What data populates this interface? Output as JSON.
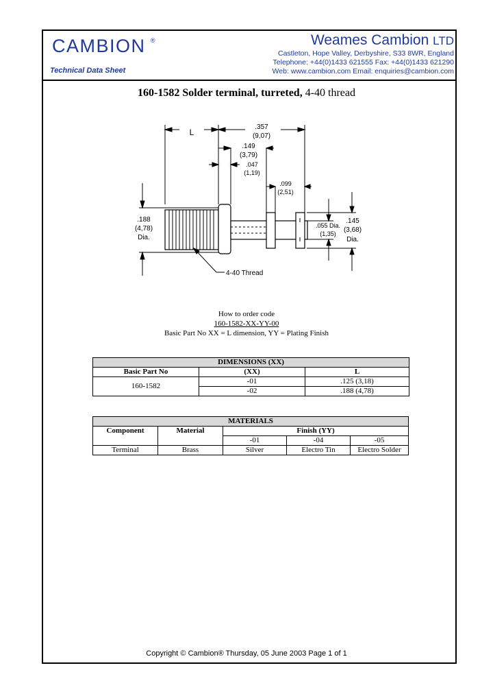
{
  "header": {
    "logo_text": "CAMBION",
    "logo_mark": "®",
    "doc_type": "Technical Data Sheet",
    "company_name": "Weames Cambion",
    "company_suffix": "LTD",
    "address": "Castleton, Hope Valley, Derbyshire, S33 8WR, England",
    "phone_fax": "Telephone: +44(0)1433 621555  Fax: +44(0)1433 621290",
    "web_email": "Web: www.cambion.com Email: enquiries@cambion.com",
    "brand_color": "#1f3a9a"
  },
  "title": {
    "part_bold": "160-1582 Solder terminal, turreted,",
    "part_rest": " 4-40 thread"
  },
  "drawing": {
    "dim_L": "L",
    "dim_357": ".357",
    "dim_357_mm": "(9,07)",
    "dim_149": ".149",
    "dim_149_mm": "(3,79)",
    "dim_047": ".047",
    "dim_047_mm": "(1,19)",
    "dim_099": ".099",
    "dim_099_mm": "(2,51)",
    "dim_188": ".188",
    "dim_188_mm": "(4,78)",
    "dim_188_dia": "Dia.",
    "dim_055": ".055 Dia.",
    "dim_055_mm": "(1,35)",
    "dim_145": ".145",
    "dim_145_mm": "(3,68)",
    "dim_145_dia": "Dia.",
    "thread_label": "4-40 Thread"
  },
  "ordering": {
    "heading": "How to order code",
    "code": "160-1582-XX-YY-00",
    "legend": "Basic Part No XX = L dimension,  YY = Plating Finish"
  },
  "dimensions_table": {
    "title": "DIMENSIONS (XX)",
    "col_part": "Basic Part No",
    "col_xx": "(XX)",
    "col_l": "L",
    "part_no": "160-1582",
    "rows": [
      {
        "xx": "-01",
        "l": ".125 (3,18)"
      },
      {
        "xx": "-02",
        "l": ".188 (4,78)"
      }
    ]
  },
  "materials_table": {
    "title": "MATERIALS",
    "col_component": "Component",
    "col_material": "Material",
    "col_finish": "Finish (YY)",
    "finish_codes": [
      "-01",
      "-04",
      "-05"
    ],
    "row": {
      "component": "Terminal",
      "material": "Brass",
      "finishes": [
        "Silver",
        "Electro Tin",
        "Electro Solder"
      ]
    }
  },
  "footer": {
    "copyright": "Copyright © Cambion® Thursday, 05 June 2003 Page 1 of 1"
  }
}
